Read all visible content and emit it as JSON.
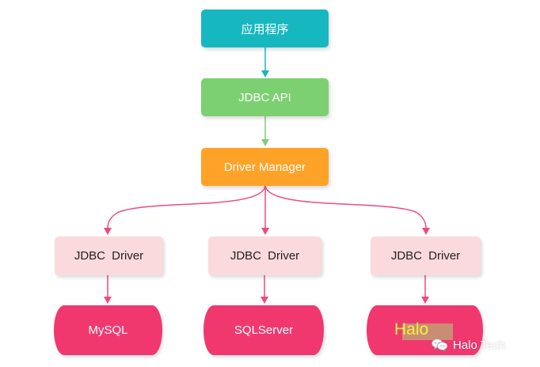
{
  "nodes": {
    "application": "应用程序",
    "jdbc_api": "JDBC API",
    "driver_manager": "Driver Manager",
    "drivers": [
      "JDBC  Driver",
      "JDBC  Driver",
      "JDBC  Driver"
    ],
    "databases": [
      "MySQL",
      "SQLServer"
    ],
    "halo_overlay": "Halo"
  },
  "watermark": {
    "icon": "wechat-icon",
    "text": "Halo Tech"
  },
  "colors": {
    "application": "#17b7c0",
    "jdbc_api": "#7dd071",
    "driver_manager": "#ffa228",
    "driver": "#fadadd",
    "database": "#f0386f",
    "arrow_teal": "#17b7c0",
    "arrow_green": "#7dd071",
    "arrow_pink": "#ef4b7d",
    "halo_text": "#f2f23a",
    "halo_highlight": "#c98d74"
  }
}
